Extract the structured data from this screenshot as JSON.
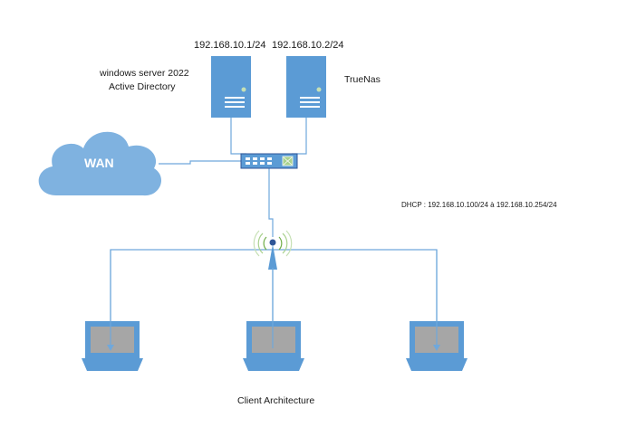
{
  "labels": {
    "server1_ip": "192.168.10.1/24",
    "server2_ip": "192.168.10.2/24",
    "server1_name_line1": "windows server 2022",
    "server1_name_line2": "Active Directory",
    "server2_name": "TrueNas",
    "wan": "WAN",
    "dhcp": "DHCP : 192.168.10.100/24 à 192.168.10.254/24",
    "client": "Client Architecture"
  },
  "colors": {
    "device_blue": "#5b9bd5",
    "cloud_blue": "#7fb2e0",
    "line_blue": "#6fa8dc",
    "screen_gray": "#a6a6a6",
    "wifi_green": "#70ad47"
  },
  "icons": {
    "servers": "server-tower-icon",
    "switch": "network-switch-icon",
    "access_point": "wireless-access-point-icon",
    "laptops": "laptop-icon",
    "cloud": "cloud-icon"
  }
}
